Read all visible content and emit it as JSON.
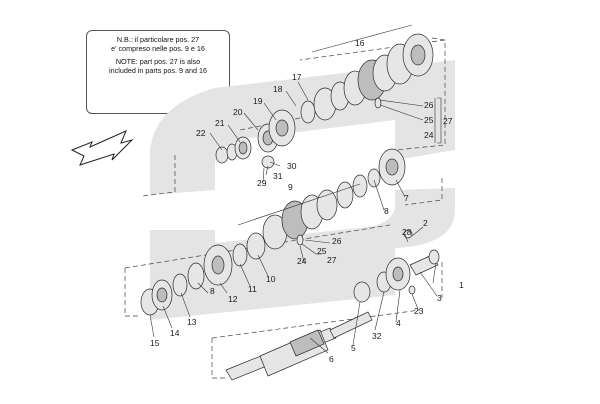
{
  "note": {
    "it_line1": "N.B.: il particolare pos. 27",
    "it_line2": "e' compreso nelle pos. 9 e 16",
    "en_line1": "NOTE: part pos. 27 is also",
    "en_line2": "included in parts pos. 9 and 16"
  },
  "labels": [
    {
      "id": "16",
      "text": "16"
    },
    {
      "id": "17",
      "text": "17"
    },
    {
      "id": "18",
      "text": "18"
    },
    {
      "id": "19",
      "text": "19"
    },
    {
      "id": "20",
      "text": "20"
    },
    {
      "id": "21",
      "text": "21"
    },
    {
      "id": "22",
      "text": "22"
    },
    {
      "id": "26a",
      "text": "26"
    },
    {
      "id": "25a",
      "text": "25"
    },
    {
      "id": "24a",
      "text": "24"
    },
    {
      "id": "27a",
      "text": "27"
    },
    {
      "id": "30",
      "text": "30"
    },
    {
      "id": "31",
      "text": "31"
    },
    {
      "id": "29",
      "text": "29"
    },
    {
      "id": "9",
      "text": "9"
    },
    {
      "id": "8a",
      "text": "8"
    },
    {
      "id": "7",
      "text": "7"
    },
    {
      "id": "2",
      "text": "2"
    },
    {
      "id": "28",
      "text": "28"
    },
    {
      "id": "26b",
      "text": "26"
    },
    {
      "id": "25b",
      "text": "25"
    },
    {
      "id": "24b",
      "text": "24"
    },
    {
      "id": "27b",
      "text": "27"
    },
    {
      "id": "10",
      "text": "10"
    },
    {
      "id": "11",
      "text": "11"
    },
    {
      "id": "12",
      "text": "12"
    },
    {
      "id": "8b",
      "text": "8"
    },
    {
      "id": "13",
      "text": "13"
    },
    {
      "id": "14",
      "text": "14"
    },
    {
      "id": "15",
      "text": "15"
    },
    {
      "id": "1",
      "text": "1"
    },
    {
      "id": "3",
      "text": "3"
    },
    {
      "id": "4",
      "text": "4"
    },
    {
      "id": "23",
      "text": "23"
    },
    {
      "id": "32",
      "text": "32"
    },
    {
      "id": "5",
      "text": "5"
    },
    {
      "id": "6",
      "text": "6"
    }
  ]
}
